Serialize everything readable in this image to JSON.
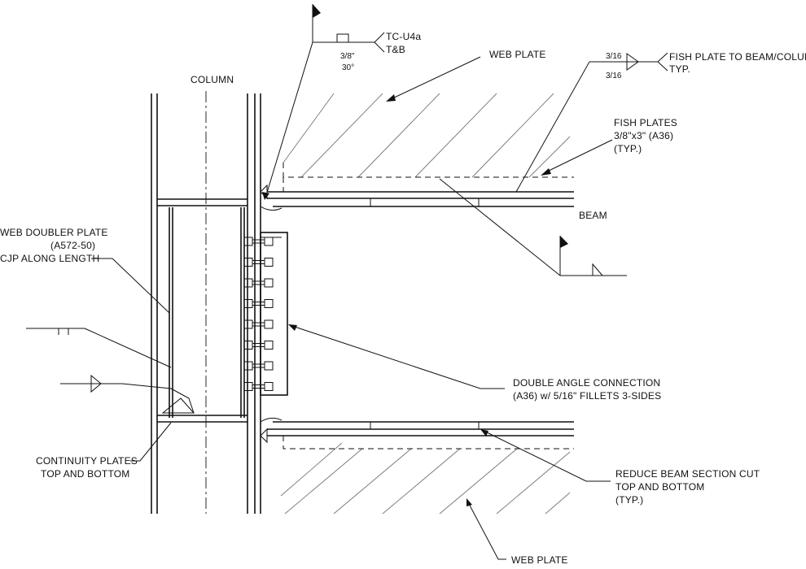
{
  "labels": {
    "column": "COLUMN",
    "web_plate_top": "WEB PLATE",
    "web_plate_bottom": "WEB PLATE",
    "beam": "BEAM",
    "fish_plate_weld_1": "FISH PLATE TO BEAM/COLUMN",
    "fish_plate_weld_2": "TYP.",
    "fish_plates_1": "FISH PLATES",
    "fish_plates_2": "3/8\"x3\" (A36)",
    "fish_plates_3": "(TYP.)",
    "web_doubler_1": "WEB DOUBLER PLATE",
    "web_doubler_2": "(A572-50)",
    "web_doubler_3": "CJP ALONG LENGTH",
    "double_angle_1": "DOUBLE ANGLE CONNECTION",
    "double_angle_2": "(A36) w/ 5/16\" FILLETS 3-SIDES",
    "continuity_1": "CONTINUITY PLATES",
    "continuity_2": "TOP AND BOTTOM",
    "rbs_1": "REDUCE BEAM SECTION CUT",
    "rbs_2": "TOP AND BOTTOM",
    "rbs_3": "(TYP.)",
    "weld_tc_1": "TC-U4a",
    "weld_tc_2": "T&B",
    "weld_size_top": "3/8\"",
    "weld_angle": "30°",
    "fillet_top": "3/16",
    "fillet_bottom": "3/16"
  },
  "bolt_count": 8
}
